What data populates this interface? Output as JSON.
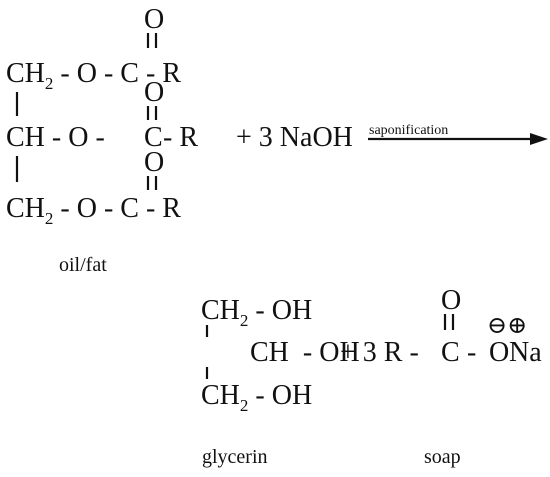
{
  "reactant": {
    "rows": [
      {
        "carbon": "CH",
        "subscript": "2",
        "link": " - O - ",
        "acyl_c": "C",
        "tail": " - R"
      },
      {
        "carbon": "CH",
        "subscript": "",
        "link": " - O - ",
        "acyl_c": "C",
        "tail": " - R"
      },
      {
        "carbon": "CH",
        "subscript": "2",
        "link": " - O - ",
        "acyl_c": "C",
        "tail": " - R"
      }
    ],
    "carbonyl_oxygen": "O",
    "reagent": "+ 3 NaOH",
    "label": "oil/fat"
  },
  "arrow": {
    "label": "saponification"
  },
  "products": {
    "glycerin": {
      "rows": [
        {
          "carbon": "CH",
          "subscript": "2",
          "tail": " - OH"
        },
        {
          "carbon": "CH",
          "subscript": "",
          "tail": "  - OH"
        },
        {
          "carbon": "CH",
          "subscript": "2",
          "tail": " - OH"
        }
      ],
      "label": "glycerin"
    },
    "plus": "+ 3 R - ",
    "soap": {
      "carbonyl_oxygen": "O",
      "carbon": "C",
      "link": " - ",
      "anion": "O",
      "cation": "Na",
      "charges": "⊖⊕",
      "label": "soap"
    }
  }
}
